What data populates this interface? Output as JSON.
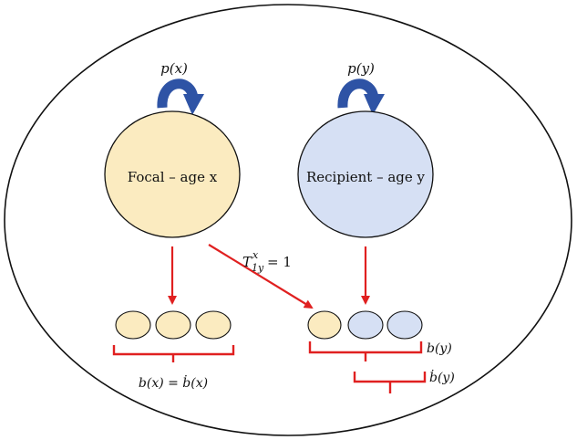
{
  "diagram": {
    "focal": {
      "node_label": "Focal – age x",
      "loop_label": "p(x)",
      "offspring_label": "b(x) = ḃ(x)"
    },
    "recipient": {
      "node_label": "Recipient – age y",
      "loop_label": "p(y)",
      "offspring_label_all": "b(y)",
      "offspring_label_sub": "ḃ(y)"
    },
    "transfer": {
      "label": "T1yx = 1"
    },
    "colors": {
      "focal_fill": "#FBEBC0",
      "recipient_fill": "#D6E0F4",
      "outline": "#111111",
      "loop_arrow": "#2E53A5",
      "red_arrow": "#E02020",
      "brace": "#E02020",
      "outer_ellipse": "#111111"
    }
  }
}
